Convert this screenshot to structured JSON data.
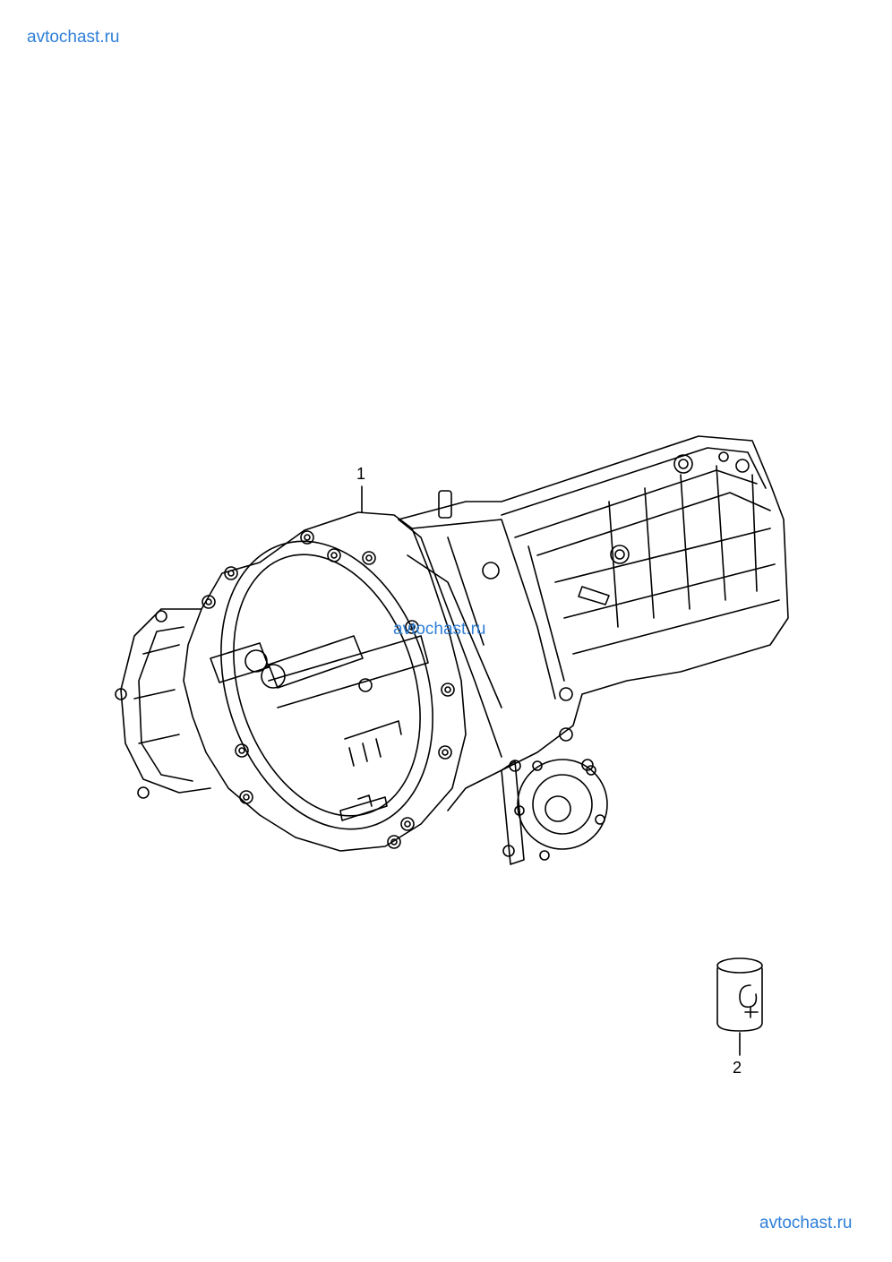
{
  "watermarks": {
    "top_left": "avtochast.ru",
    "center": "avtochast.ru",
    "bottom_right": "avtochast.ru"
  },
  "callouts": [
    {
      "label": "1",
      "part": "transmission-assembly-icon"
    },
    {
      "label": "2",
      "part": "oil-canister-icon"
    }
  ],
  "colors": {
    "watermark": "#2f7fd8",
    "line": "#000000",
    "background": "#ffffff"
  }
}
